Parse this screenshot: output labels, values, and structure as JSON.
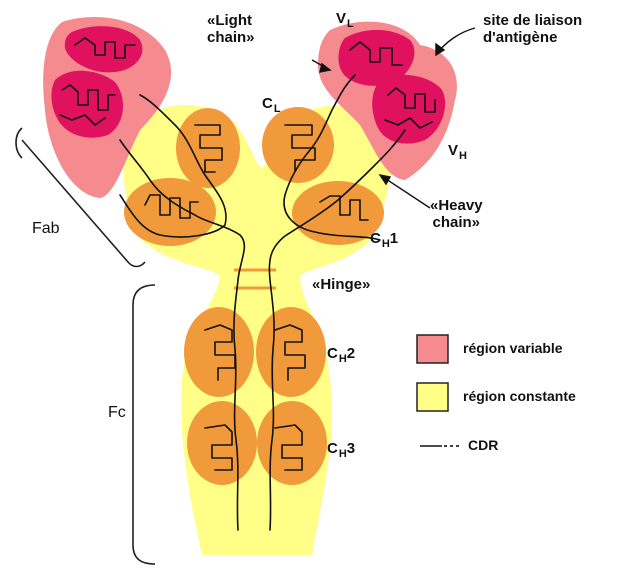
{
  "colors": {
    "variable": "#f58a8f",
    "constant": "#ffff88",
    "domain": "#f09a3c",
    "cdr": "#e0115f",
    "line": "#111111"
  },
  "labels": {
    "light_chain_1": "«Light",
    "light_chain_2": "chain»",
    "vl_main": "V",
    "vl_sub": "L",
    "cl_main": "C",
    "cl_sub": "L",
    "site_1": "site de liaison",
    "site_2": "d'antigène",
    "vh_main": "V",
    "vh_sub": "H",
    "heavy_chain_1": "«Heavy",
    "heavy_chain_2": "chain»",
    "ch1_main": "C",
    "ch1_sub": "H",
    "ch1_num": "1",
    "hinge": "«Hinge»",
    "fab": "Fab",
    "fc": "Fc",
    "ch2_main": "C",
    "ch2_sub": "H",
    "ch2_num": "2",
    "ch3_main": "C",
    "ch3_sub": "H",
    "ch3_num": "3"
  },
  "legend": {
    "variable_label": "région variable",
    "constant_label": "région constante",
    "cdr_label": "CDR"
  }
}
